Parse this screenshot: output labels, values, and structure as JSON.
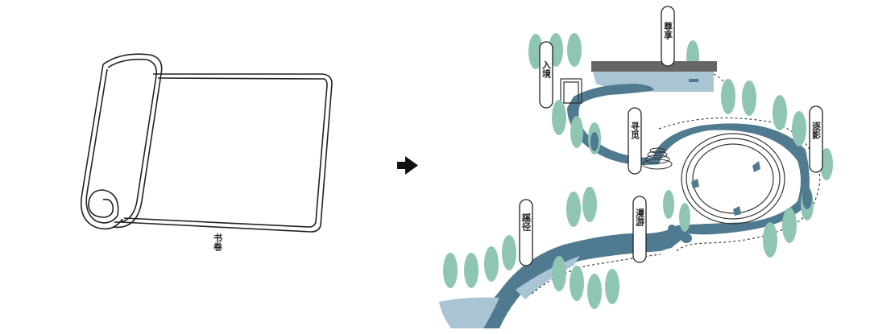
{
  "scroll_caption": "书卷",
  "arrow_icon": "right-arrow-icon",
  "stations": [
    {
      "key": "entrance",
      "text": "入境"
    },
    {
      "key": "pavilion",
      "text": "尊享"
    },
    {
      "key": "search",
      "text": "寻觅"
    },
    {
      "key": "reflection",
      "text": "逐影"
    },
    {
      "key": "wander",
      "text": "漫游"
    },
    {
      "key": "journey",
      "text": "蹊径"
    }
  ],
  "colors": {
    "water_dark": "#4f7a90",
    "water_light": "#a9c4d3",
    "tree": "#8fc6b3",
    "building": "#666666"
  }
}
